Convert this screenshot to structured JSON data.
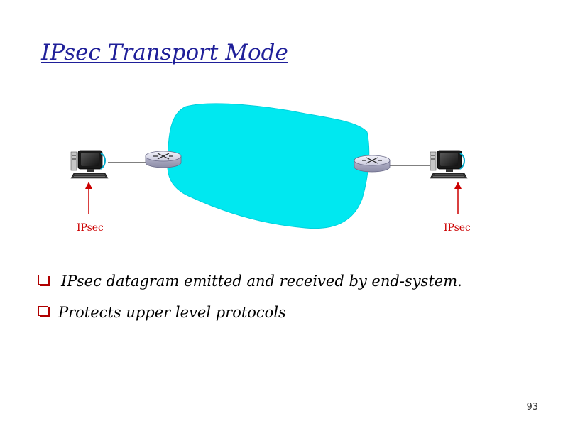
{
  "slide": {
    "title": "IPsec Transport Mode",
    "page_number": "93"
  },
  "diagram": {
    "network_cloud_color": "#00e5ee",
    "left_host": {
      "label": "IPsec",
      "icon": "computer-icon"
    },
    "right_host": {
      "label": "IPsec",
      "icon": "computer-icon"
    },
    "routers": [
      {
        "icon": "router-icon"
      },
      {
        "icon": "router-icon"
      }
    ],
    "arrow_color": "#cc0000"
  },
  "bullets": [
    {
      "text": "IPsec datagram emitted and received by end-system.",
      "icon": "checkbox-bullet-icon"
    },
    {
      "text": "Protects upper level protocols",
      "icon": "checkbox-bullet-icon"
    }
  ],
  "colors": {
    "title": "#1f1f99",
    "bullet_icon": "#b00000",
    "label": "#cc0000"
  }
}
